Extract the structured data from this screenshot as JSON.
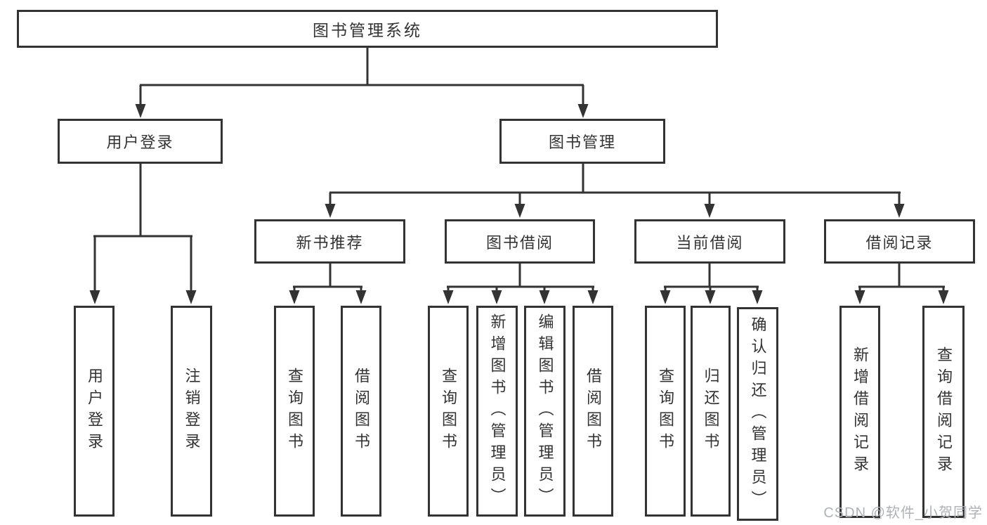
{
  "tree": {
    "root": "图书管理系统",
    "user_login": {
      "label": "用户登录",
      "children": [
        "用户登录",
        "注销登录"
      ]
    },
    "book_mgmt": {
      "label": "图书管理",
      "sections": [
        {
          "label": "新书推荐",
          "children": [
            "查询图书",
            "借阅图书"
          ]
        },
        {
          "label": "图书借阅",
          "children": [
            "查询图书",
            "新增图书（管理员）",
            "编辑图书（管理员）",
            "借阅图书"
          ]
        },
        {
          "label": "当前借阅",
          "children": [
            "查询图书",
            "归还图书",
            "确认归还（管理员）"
          ]
        },
        {
          "label": "借阅记录",
          "children": [
            "新增借阅记录",
            "查询借阅记录"
          ]
        }
      ]
    }
  },
  "watermark": "CSDN @软件_小贺同学",
  "colors": {
    "line": "#333333",
    "text": "#333333",
    "background": "#ffffff",
    "watermark": "#aeb2b8"
  }
}
